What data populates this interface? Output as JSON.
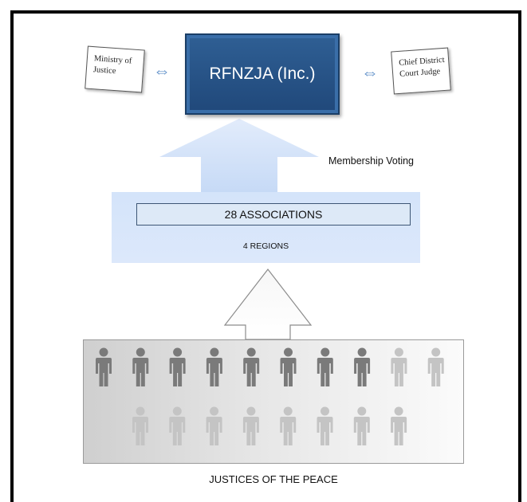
{
  "diagram": {
    "main_node": "RFNZJA (Inc.)",
    "left_node": [
      "Ministry of",
      "Justice"
    ],
    "right_node": [
      "Chief District",
      "Court Judge"
    ],
    "voting_label": "Membership Voting",
    "associations_label": "28 ASSOCIATIONS",
    "regions_label": "4 REGIONS",
    "base_label": "JUSTICES OF THE PEACE",
    "people_top_row": {
      "dark": 8,
      "light": 2
    },
    "people_bottom_row": {
      "light": 8
    },
    "colors": {
      "main_box": "#2a578a",
      "bidirectional_arrow": "#5f8fc8",
      "association_band": "#d6e5fa",
      "person_dark": "#7a7a7a",
      "person_light": "#c4c4c4"
    },
    "icons": [
      "person-icon",
      "double-arrow-icon",
      "up-arrow-icon"
    ]
  }
}
